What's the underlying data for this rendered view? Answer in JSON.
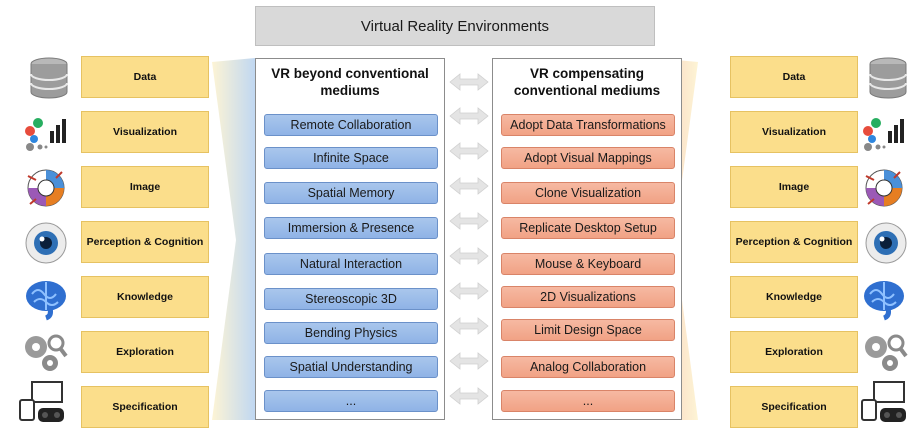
{
  "title": "Virtual Reality Environments",
  "left_panel": {
    "title": "VR beyond conventional mediums",
    "items": [
      "Remote Collaboration",
      "Infinite Space",
      "Spatial Memory",
      "Immersion & Presence",
      "Natural Interaction",
      "Stereoscopic 3D",
      "Bending Physics",
      "Spatial Understanding",
      "..."
    ]
  },
  "right_panel": {
    "title": "VR compensating conventional mediums",
    "items": [
      "Adopt Data Transformations",
      "Adopt Visual Mappings",
      "Clone Visualization",
      "Replicate Desktop Setup",
      "Mouse & Keyboard",
      "2D Visualizations",
      "Limit Design Space",
      "Analog Collaboration",
      "..."
    ]
  },
  "categories": [
    "Data",
    "Visualization",
    "Image",
    "Perception & Cognition",
    "Knowledge",
    "Exploration",
    "Specification"
  ],
  "icons": [
    "database-icon",
    "chart-icon",
    "image-icon",
    "eye-icon",
    "brain-icon",
    "gears-icon",
    "devices-icon"
  ],
  "colors": {
    "blue_pill": "#9dbde9",
    "orange_pill": "#f3ad93",
    "category": "#fbde8b",
    "banner": "#d9d9d9"
  }
}
